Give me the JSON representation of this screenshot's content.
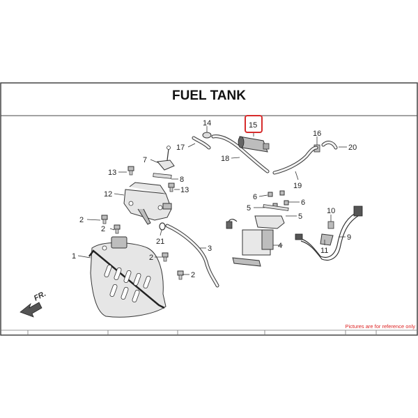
{
  "title": "FUEL TANK",
  "disclaimer": "Pictures are for reference only",
  "direction_label": "FR.",
  "highlight_color": "#d62b2b",
  "highlighted_part": "15",
  "callouts": {
    "c1": "1",
    "c2a": "2",
    "c2b": "2",
    "c2c": "2",
    "c2d": "2",
    "c3": "3",
    "c4": "4",
    "c5a": "5",
    "c5b": "5",
    "c6a": "6",
    "c6b": "6",
    "c7": "7",
    "c8": "8",
    "c9": "9",
    "c10": "10",
    "c11": "11",
    "c12": "12",
    "c13a": "13",
    "c13b": "13",
    "c14": "14",
    "c15": "15",
    "c16": "16",
    "c17": "17",
    "c18": "18",
    "c19": "19",
    "c20": "20",
    "c21": "21"
  }
}
